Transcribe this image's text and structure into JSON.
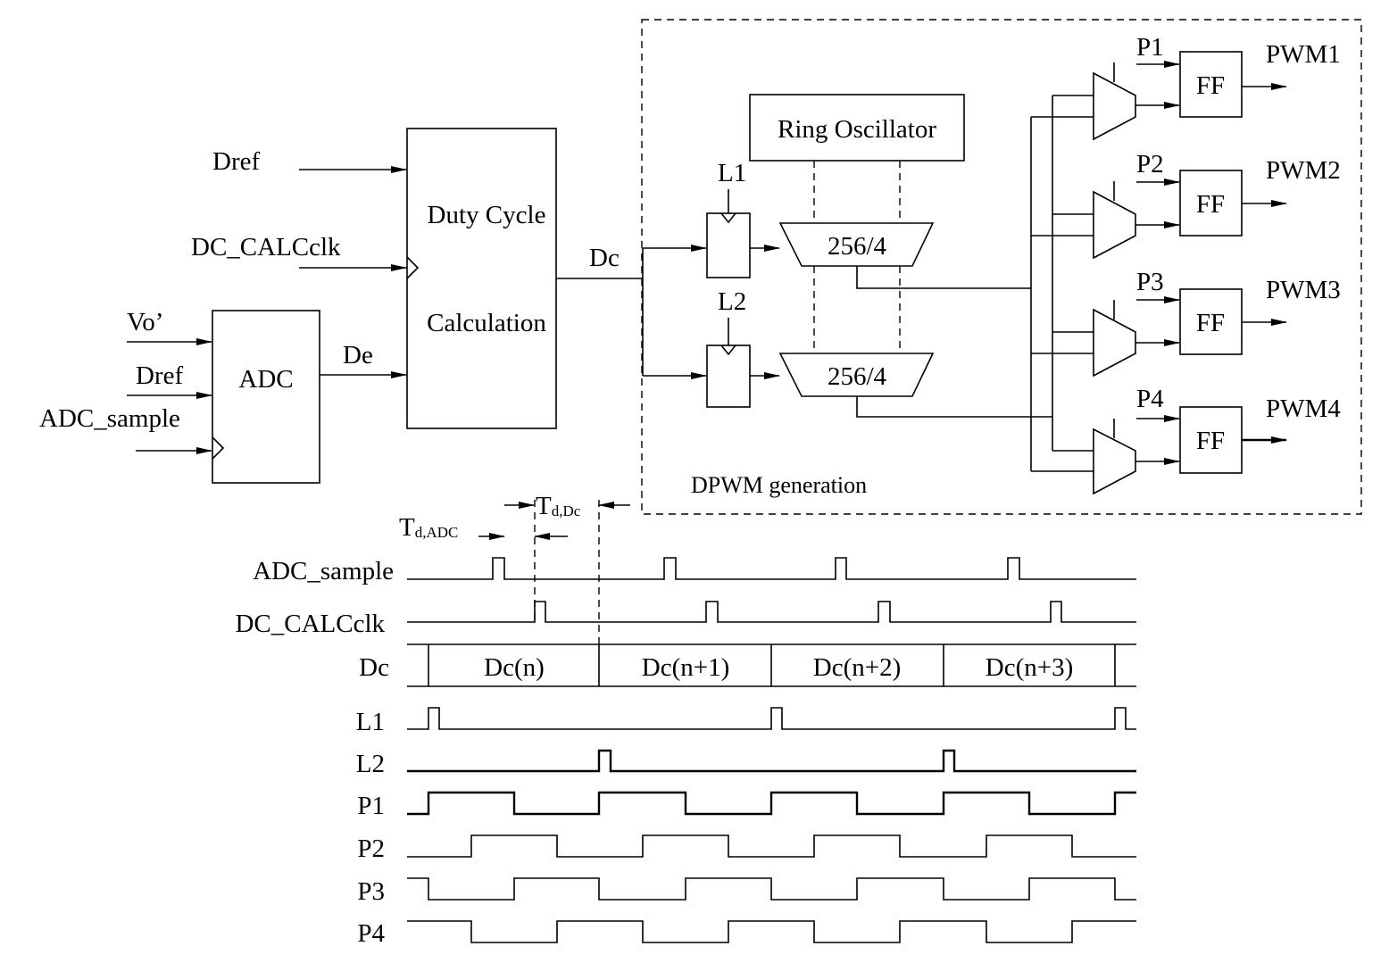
{
  "inputs": {
    "dref_top": "Dref",
    "dc_calcclk": "DC_CALCclk",
    "vo": "Vo’",
    "dref_adc": "Dref",
    "adc_sample": "ADC_sample"
  },
  "blocks": {
    "adc": "ADC",
    "duty_line1": "Duty Cycle",
    "duty_line2": "Calculation",
    "ring_osc": "Ring Oscillator",
    "mux1": "256/4",
    "mux2": "256/4",
    "ff": [
      "FF",
      "FF",
      "FF",
      "FF"
    ]
  },
  "signals": {
    "de": "De",
    "dc": "Dc",
    "l1": "L1",
    "l2": "L2",
    "phases": [
      "P1",
      "P2",
      "P3",
      "P4"
    ],
    "pwm": [
      "PWM1",
      "PWM2",
      "PWM3",
      "PWM4"
    ]
  },
  "region_label": "DPWM generation",
  "timing": {
    "td_adc_main": "T",
    "td_adc_sub": "d,ADC",
    "td_dc_main": "T",
    "td_dc_sub": "d,Dc",
    "rows": [
      "ADC_sample",
      "DC_CALCclk",
      "Dc",
      "L1",
      "L2",
      "P1",
      "P2",
      "P3",
      "P4"
    ],
    "dc_segments": [
      "Dc(n)",
      "Dc(n+1)",
      "Dc(n+2)",
      "Dc(n+3)"
    ]
  }
}
